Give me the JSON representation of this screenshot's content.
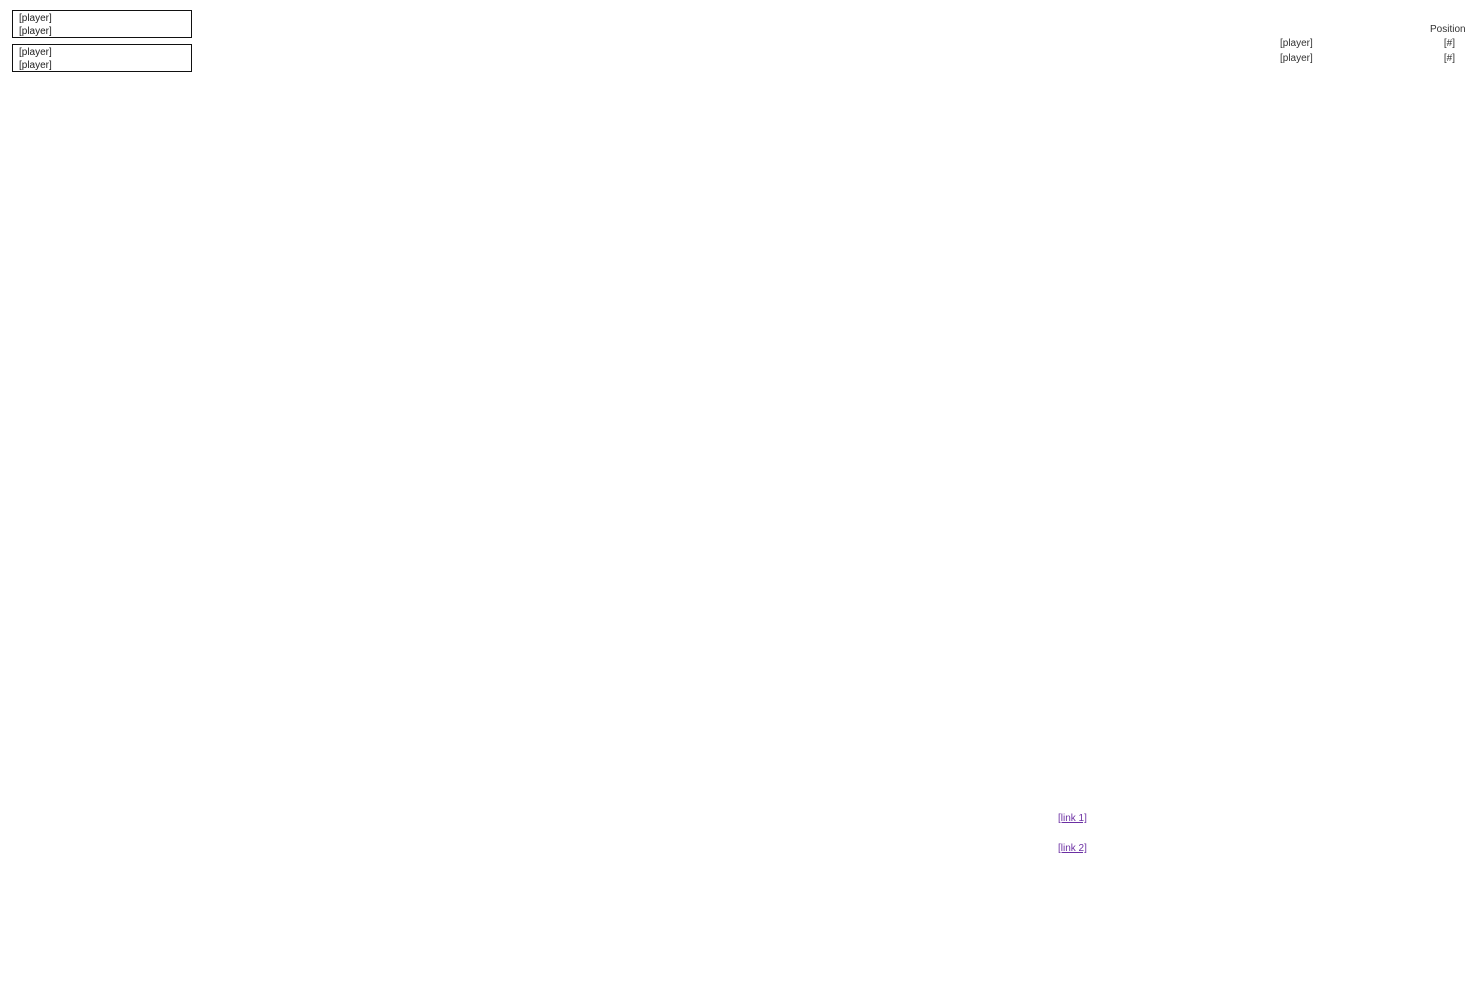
{
  "position_header": "Position",
  "links": [
    "[link 1]",
    "[link 2]"
  ],
  "rounds": [
    {
      "matches": [
        {
          "label": "",
          "p1": "[player]",
          "p2": "[player]"
        },
        {
          "label": "",
          "p1": "[player]",
          "p2": "[player]"
        }
      ]
    }
  ],
  "standings": [
    {
      "name": "[player]",
      "pos": "[#]"
    },
    {
      "name": "[player]",
      "pos": "[#]"
    }
  ],
  "colors": {
    "green": "#d9e6c3",
    "orange": "#fbe4d4",
    "yellow": "#ffff33",
    "blue": "#dbeaf0",
    "gray": "#f0f0f0",
    "olive": "#dedac7",
    "purple": "#cfc7dc",
    "wire": "#000000",
    "wire_green": "#8cc84b",
    "wire_orange": "#f2b27a",
    "wire_olive": "#7a8a3a",
    "wire_blue": "#4a80d0",
    "wire_purple": "#5a3d7a"
  }
}
